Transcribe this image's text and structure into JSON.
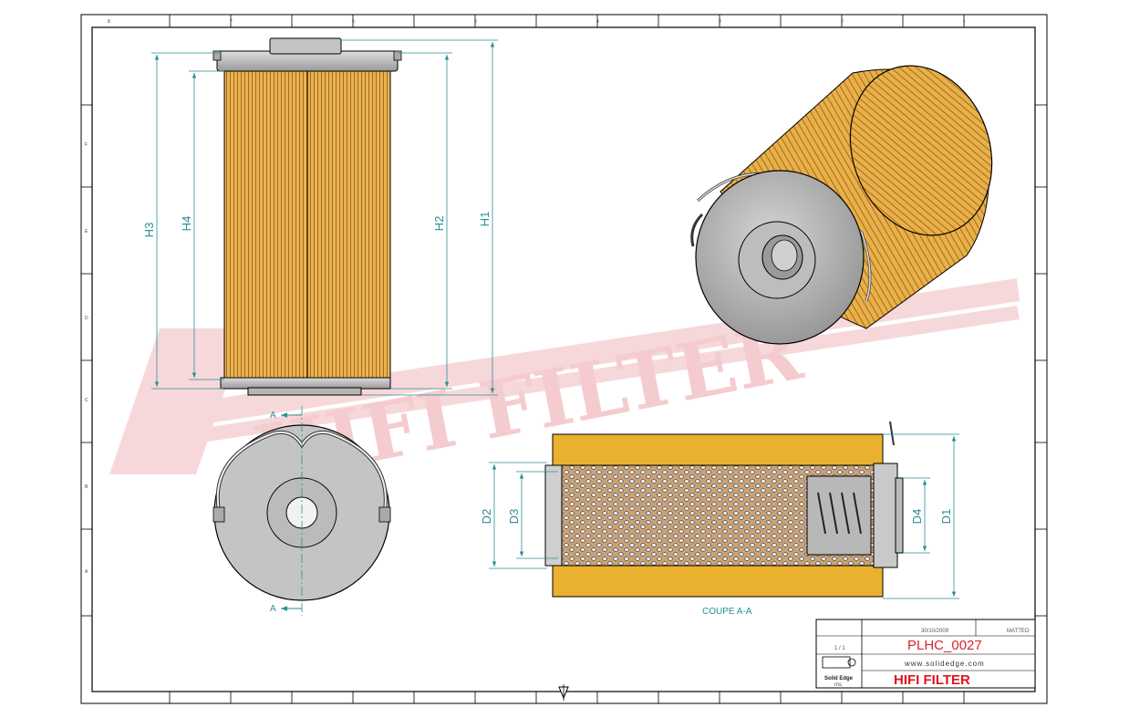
{
  "drawing": {
    "dimensions": {
      "h1": "H1",
      "h2": "H2",
      "h3": "H3",
      "h4": "H4",
      "d1": "D1",
      "d2": "D2",
      "d3": "D3",
      "d4": "D4"
    },
    "section_marker": "A",
    "section_label": "COUPE A-A",
    "watermark": "HIFI FILTER",
    "zone_numbers_top": [
      "8",
      "7",
      "6",
      "5",
      "4",
      "3",
      "2",
      "1"
    ],
    "zone_letters_side": [
      "F",
      "E",
      "D",
      "C",
      "B",
      "A"
    ]
  },
  "title_block": {
    "date": "30/10/2009",
    "author": "MATTEO",
    "scale": "1 / 1",
    "reference": "PLHC_0027",
    "website": "www.solidedge.com",
    "company": "HIFI FILTER",
    "software": "Solid Edge",
    "software_sub": "ms"
  },
  "colors": {
    "dimension": "#2a8f96",
    "media": "#e8b04a",
    "cap": "#b9b9b9",
    "watermark": "#f3c4c7",
    "brand_red": "#e0141e"
  }
}
